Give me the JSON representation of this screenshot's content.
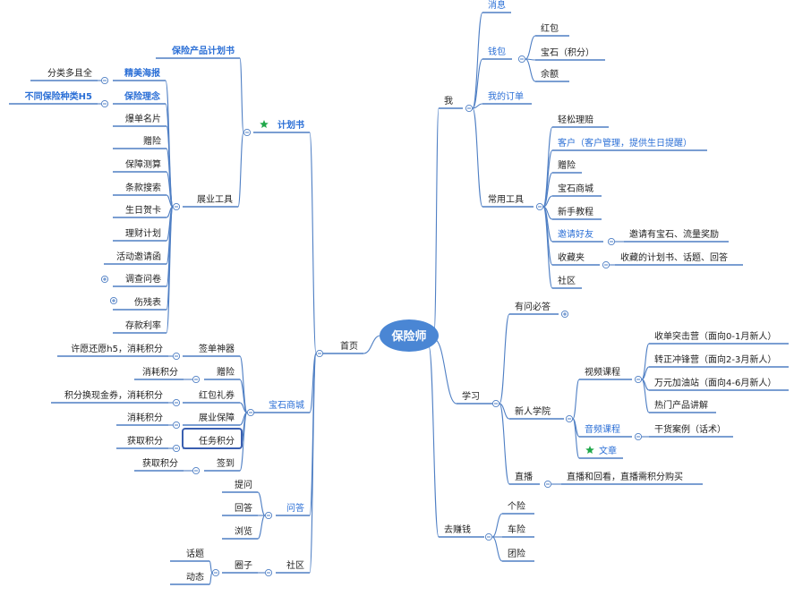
{
  "center": {
    "label": "保险师",
    "color": "#4a86d4"
  },
  "edge_color": "#4f7fc4",
  "accent_text_color": "#2b6fd6",
  "star_color": "#1fa84a",
  "nodes": {
    "wo": "我",
    "xiaoxi": "消息",
    "qianbao": "钱包",
    "hongbao": "红包",
    "baoshi": "宝石（积分）",
    "yue": "余额",
    "wodedingdan": "我的订单",
    "changyong": "常用工具",
    "qingsong": "轻松理赔",
    "kehu": "客户（客户管理，提供生日提醒）",
    "zengxian": "赠险",
    "baoshishangcheng_r": "宝石商城",
    "xinshou": "新手教程",
    "yaoqing": "邀请好友",
    "yaoqing_note": "邀请有宝石、流量奖励",
    "shoucangjia": "收藏夹",
    "shoucang_note": "收藏的计划书、话题、回答",
    "shequ_r": "社区",
    "xuexi": "学习",
    "youwen": "有问必答",
    "xinren": "新人学院",
    "shipin": "视频课程",
    "v1": "收单突击营（面向0-1月新人）",
    "v2": "转正冲锋营（面向2-3月新人）",
    "v3": "万元加油站（面向4-6月新人）",
    "v4": "热门产品讲解",
    "yinpin": "音频课程",
    "ganhuo": "干货案例（话术）",
    "wenzhang": "文章",
    "zhibo": "直播",
    "zhibo_note": "直播和回看，直播需积分购买",
    "quzhuan": "去赚钱",
    "gexian": "个险",
    "chexian": "车险",
    "tuanxian": "团险",
    "shouye": "首页",
    "jihuashu": "计划书",
    "baoxianchanpin": "保险产品计划书",
    "zhanye": "展业工具",
    "jingmei": "精美海报",
    "fenlei": "分类多且全",
    "linian": "保险理念",
    "butong": "不同保险种类H5",
    "baodan": "爆单名片",
    "zengxian_l": "赠险",
    "cesuan": "保障测算",
    "tiaokuan": "条款搜索",
    "shengri": "生日贺卡",
    "licai": "理财计划",
    "huodong": "活动邀请函",
    "diaocha": "调查问卷",
    "shangcan": "伤残表",
    "cunkuan": "存款利率",
    "baoshishangcheng": "宝石商城",
    "qiandan": "签单神器",
    "qiandan_note": "许愿还愿h5，消耗积分",
    "zengxian_b": "赠险",
    "zengxian_b_note": "消耗积分",
    "hongbaolijuan": "红包礼券",
    "hongbaolijuan_note": "积分换现金券，消耗积分",
    "zhanyebaozhang": "展业保障",
    "zhanyebaozhang_note": "消耗积分",
    "renwu": "任务积分",
    "renwu_note": "获取积分",
    "qiandao": "签到",
    "qiandao_note": "获取积分",
    "wenda": "问答",
    "tiwen": "提问",
    "huida": "回答",
    "liulan": "浏览",
    "shequ": "社区",
    "quanzi": "圈子",
    "huati": "话题",
    "dongtai": "动态"
  }
}
